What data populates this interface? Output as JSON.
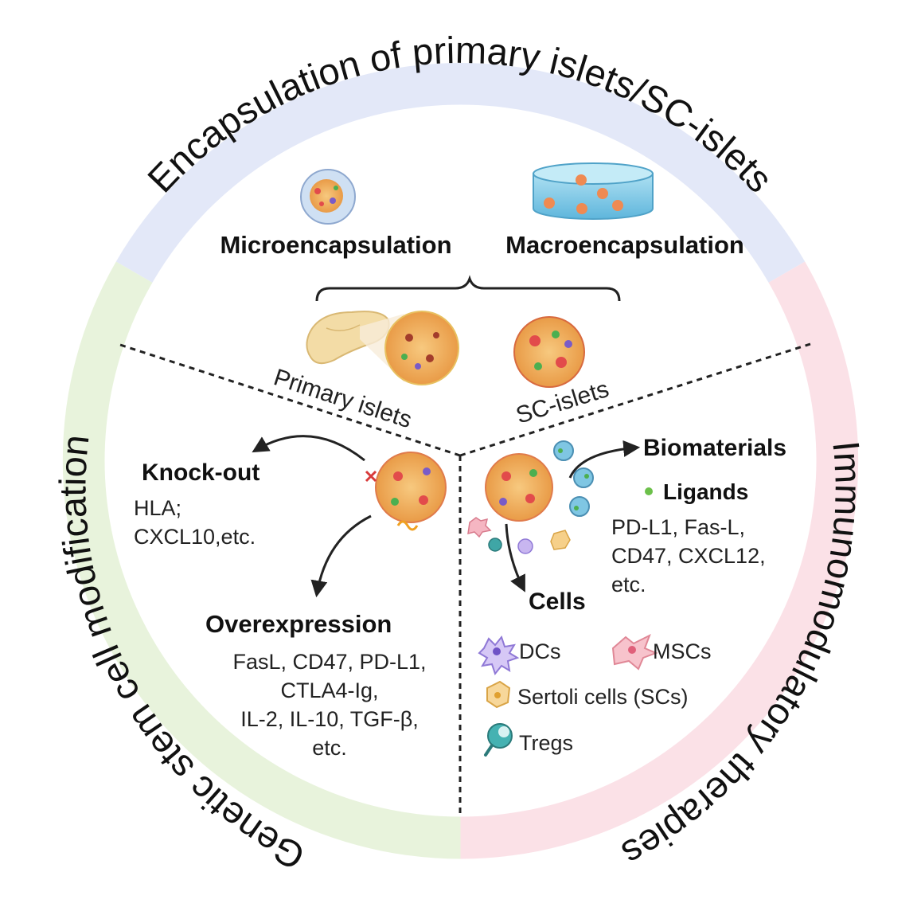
{
  "ring": {
    "top_label": "Encapsulation of primary islets/SC-islets",
    "left_label": "Genetic stem cell modification",
    "right_label": "Immunomodulatory therapies"
  },
  "encapsulation": {
    "micro": "Microencapsulation",
    "macro": "Macroencapsulation"
  },
  "sources": {
    "primary": "Primary islets",
    "sc": "SC-islets"
  },
  "genetic": {
    "knockout_title": "Knock-out",
    "knockout_lines": [
      "HLA;",
      "CXCL10,etc."
    ],
    "overexpression_title": "Overexpression",
    "overexpression_lines": [
      "FasL, CD47, PD-L1,",
      "CTLA4-Ig,",
      "IL-2, IL-10, TGF-β,",
      "etc."
    ]
  },
  "immuno": {
    "biomaterials_title": "Biomaterials",
    "ligands_title": "Ligands",
    "ligands_lines": [
      "PD-L1, Fas-L,",
      "CD47, CXCL12,",
      "etc."
    ],
    "cells_title": "Cells",
    "cell_types": {
      "dcs": "DCs",
      "mscs": "MSCs",
      "sertoli": "Sertoli cells (SCs)",
      "tregs": "Tregs"
    }
  },
  "colors": {
    "top_sector": "#e3e8f8",
    "left_sector": "#e8f3dc",
    "right_sector": "#fbe1e7",
    "islet_cell": "#f2b45a",
    "islet_red": "#e24b4b",
    "capsule_blue": "#7fc6e3"
  }
}
